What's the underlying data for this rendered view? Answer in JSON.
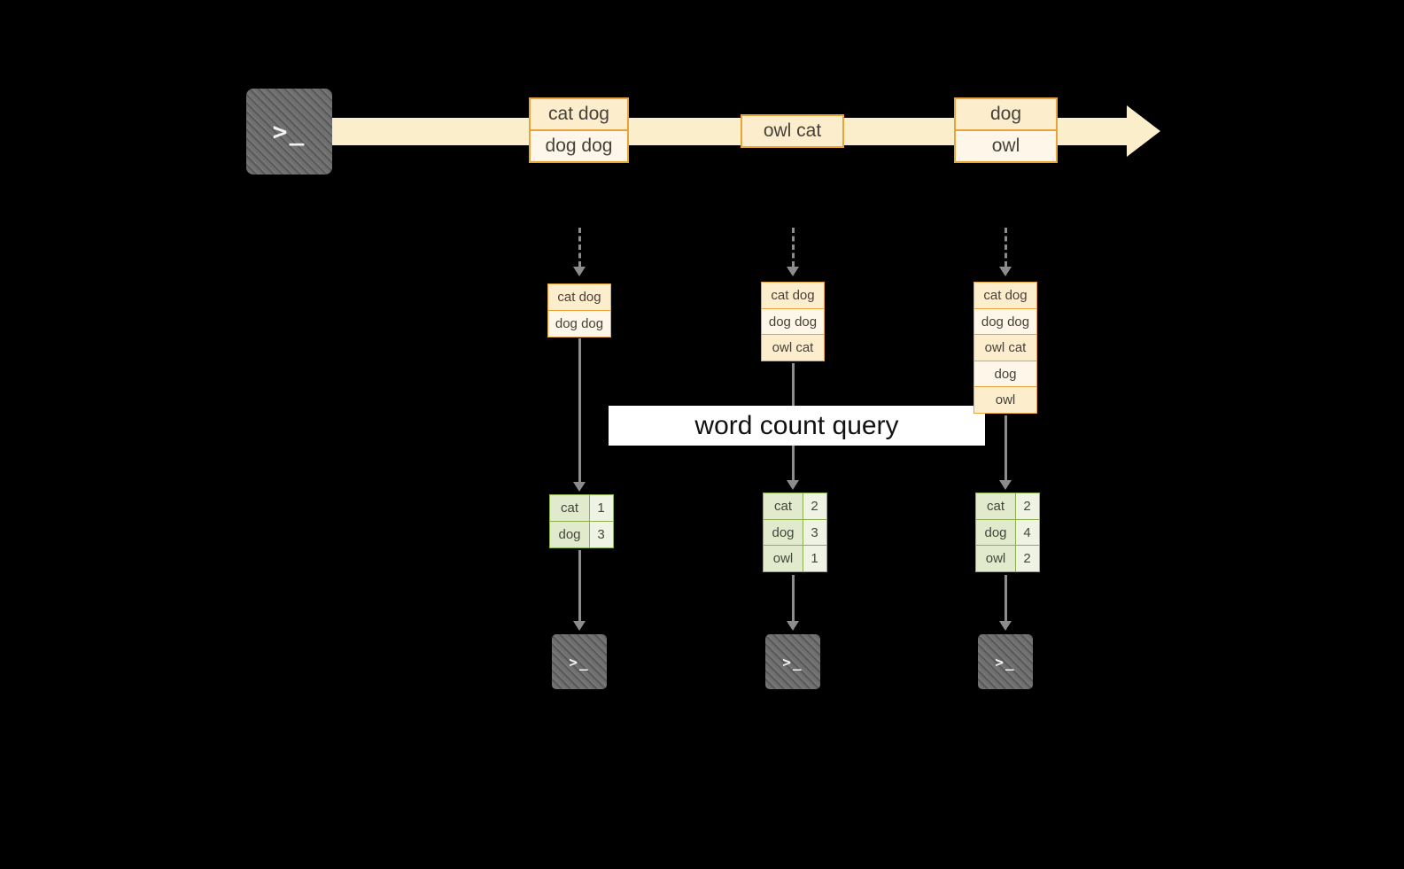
{
  "colors": {
    "canvas-bg": "#000000",
    "band": "#fbeecb",
    "box-border": "#e8a33c",
    "box-fill-a": "#fcedcd",
    "box-fill-b": "#fdf6e9",
    "box-text": "#474139",
    "table-border": "#8fb04f",
    "table-fill-a": "#e2eace",
    "table-fill-b": "#eef3e3",
    "arrow": "#8c8c8c",
    "terminal": "#6f6f6f",
    "banner-bg": "#ffffff",
    "banner-text": "#111111"
  },
  "terminal_prompt": ">_",
  "banner": {
    "label": "word count query"
  },
  "stream": {
    "events": [
      {
        "lines": [
          "cat dog",
          "dog dog"
        ]
      },
      {
        "lines": [
          "owl cat"
        ]
      },
      {
        "lines": [
          "dog",
          "owl"
        ]
      }
    ]
  },
  "snapshots": [
    {
      "buffer": [
        "cat dog",
        "dog dog"
      ],
      "counts": [
        {
          "word": "cat",
          "count": "1"
        },
        {
          "word": "dog",
          "count": "3"
        }
      ]
    },
    {
      "buffer": [
        "cat dog",
        "dog dog",
        "owl cat"
      ],
      "counts": [
        {
          "word": "cat",
          "count": "2"
        },
        {
          "word": "dog",
          "count": "3"
        },
        {
          "word": "owl",
          "count": "1"
        }
      ]
    },
    {
      "buffer": [
        "cat dog",
        "dog dog",
        "owl cat",
        "dog",
        "owl"
      ],
      "counts": [
        {
          "word": "cat",
          "count": "2"
        },
        {
          "word": "dog",
          "count": "4"
        },
        {
          "word": "owl",
          "count": "2"
        }
      ]
    }
  ]
}
